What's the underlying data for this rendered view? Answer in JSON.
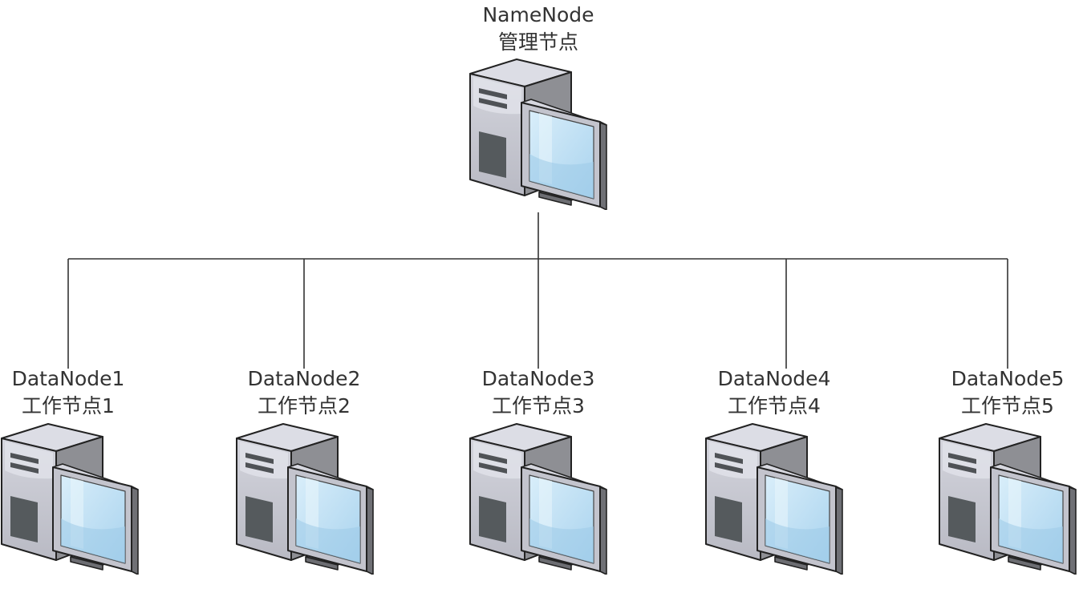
{
  "diagram": {
    "colors": {
      "connector": "#333333",
      "tower_front": "#c9cad3",
      "tower_side": "#8c8d91",
      "tower_top": "#d8d9e2",
      "monitor_frame": "#c2c3cc",
      "screen": "#bfe0f3",
      "outline": "#222222"
    },
    "master": {
      "name": "NameNode",
      "role": "管理节点",
      "icon": "server-computer-icon"
    },
    "workers": [
      {
        "name": "DataNode1",
        "role": "工作节点1",
        "icon": "server-computer-icon"
      },
      {
        "name": "DataNode2",
        "role": "工作节点2",
        "icon": "server-computer-icon"
      },
      {
        "name": "DataNode3",
        "role": "工作节点3",
        "icon": "server-computer-icon"
      },
      {
        "name": "DataNode4",
        "role": "工作节点4",
        "icon": "server-computer-icon"
      },
      {
        "name": "DataNode5",
        "role": "工作节点5",
        "icon": "server-computer-icon"
      }
    ]
  }
}
